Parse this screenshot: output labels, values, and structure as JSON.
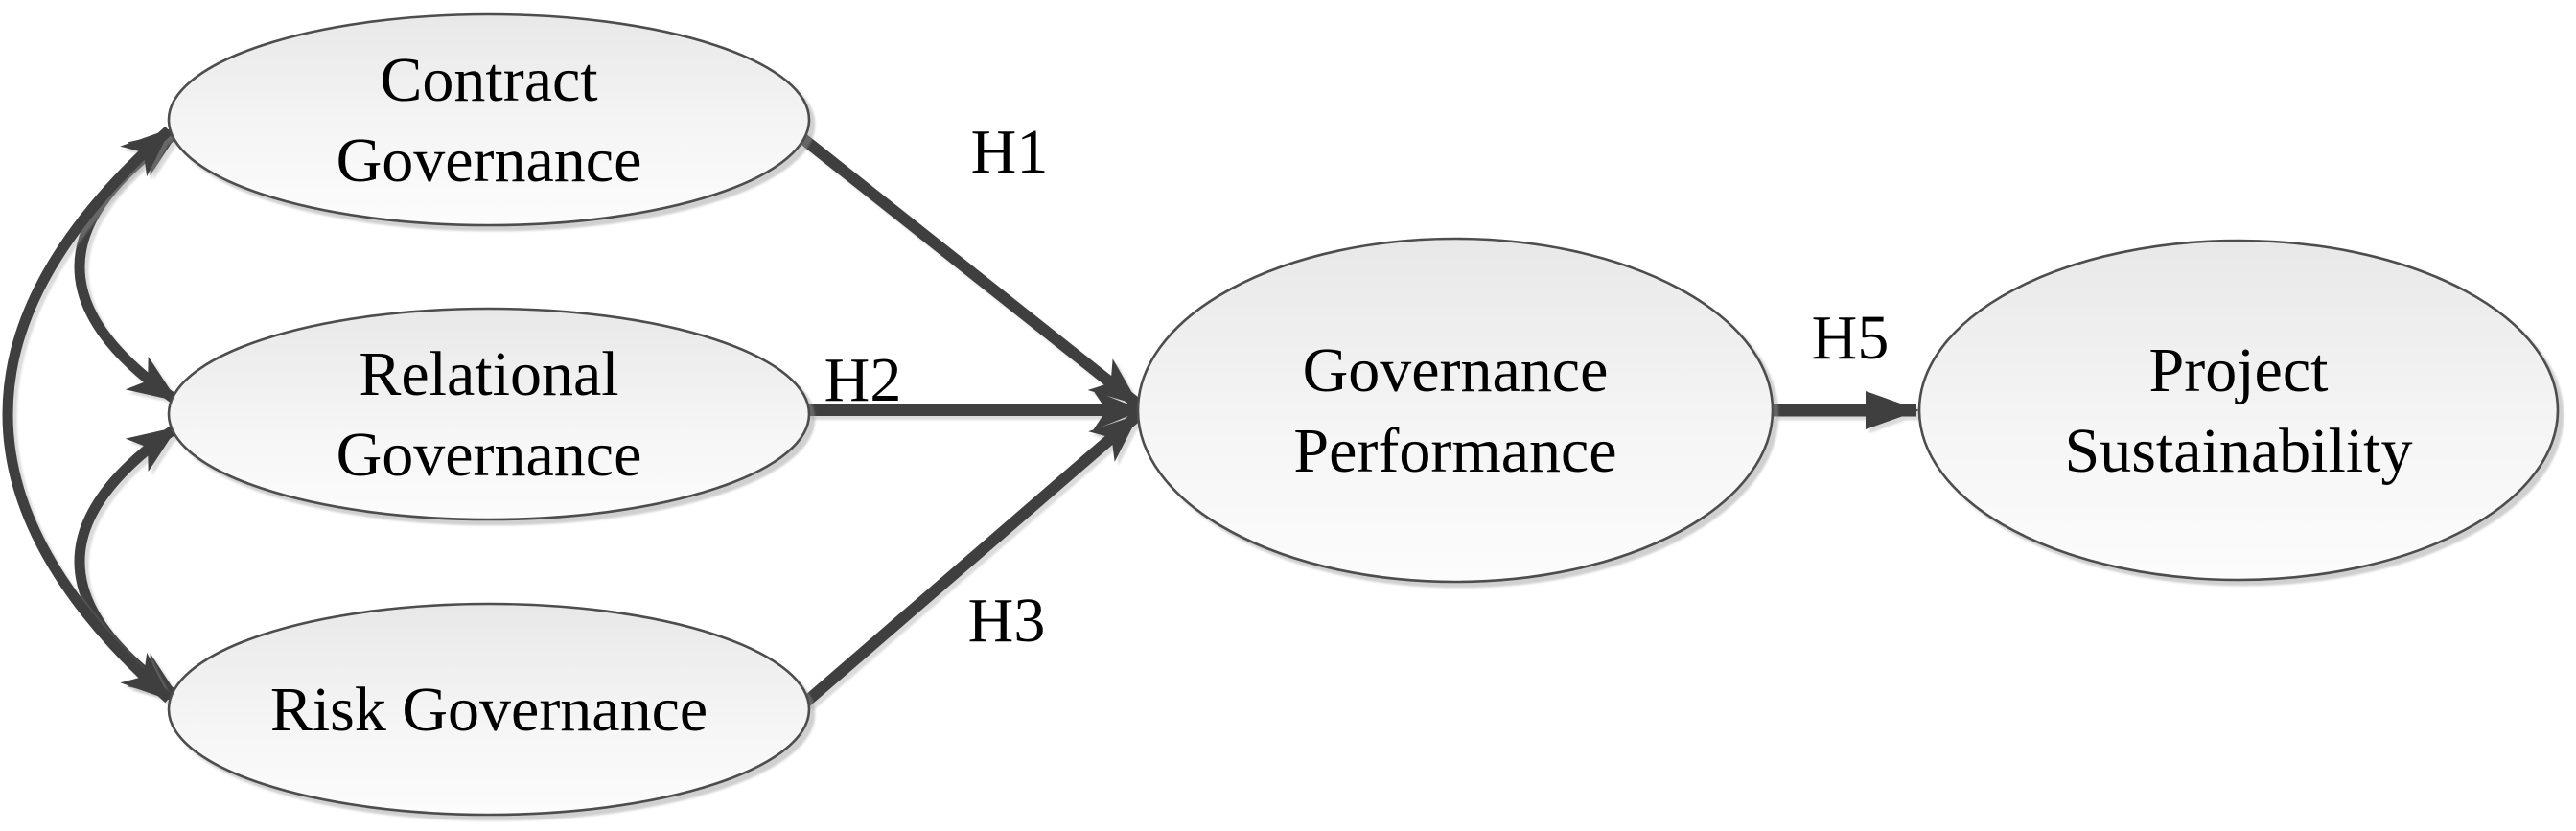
{
  "figure": {
    "background_color": "#ffffff"
  },
  "nodes": {
    "contract": {
      "label": "Contract Governance",
      "line1": "Contract",
      "line2": "Governance",
      "shape": "ellipse"
    },
    "relational": {
      "label": "Relational Governance",
      "line1": "Relational",
      "line2": "Governance",
      "shape": "ellipse"
    },
    "risk": {
      "label": "Risk Governance",
      "line1": "Risk Governance",
      "shape": "ellipse"
    },
    "performance": {
      "label": "Governance Performance",
      "line1": "Governance",
      "line2": "Performance",
      "shape": "ellipse"
    },
    "sustainability": {
      "label": "Project Sustainability",
      "line1": "Project",
      "line2": "Sustainability",
      "shape": "ellipse"
    }
  },
  "edges": {
    "h1": {
      "label": "H1",
      "from": "contract",
      "to": "performance"
    },
    "h2": {
      "label": "H2",
      "from": "relational",
      "to": "performance"
    },
    "h3": {
      "label": "H3",
      "from": "risk",
      "to": "performance"
    },
    "h5": {
      "label": "H5",
      "from": "performance",
      "to": "sustainability"
    }
  },
  "covariances": [
    {
      "between": [
        "contract",
        "relational"
      ],
      "style": "double-headed-curve"
    },
    {
      "between": [
        "relational",
        "risk"
      ],
      "style": "double-headed-curve"
    },
    {
      "between": [
        "contract",
        "risk"
      ],
      "style": "double-headed-curve"
    }
  ],
  "colors": {
    "arrow": "#3f3f3f",
    "node_stroke": "#4d4d4d",
    "node_fill_top": "#e8e8e8",
    "node_fill_bottom": "#fcfcfc",
    "text": "#000000",
    "background": "#ffffff"
  }
}
